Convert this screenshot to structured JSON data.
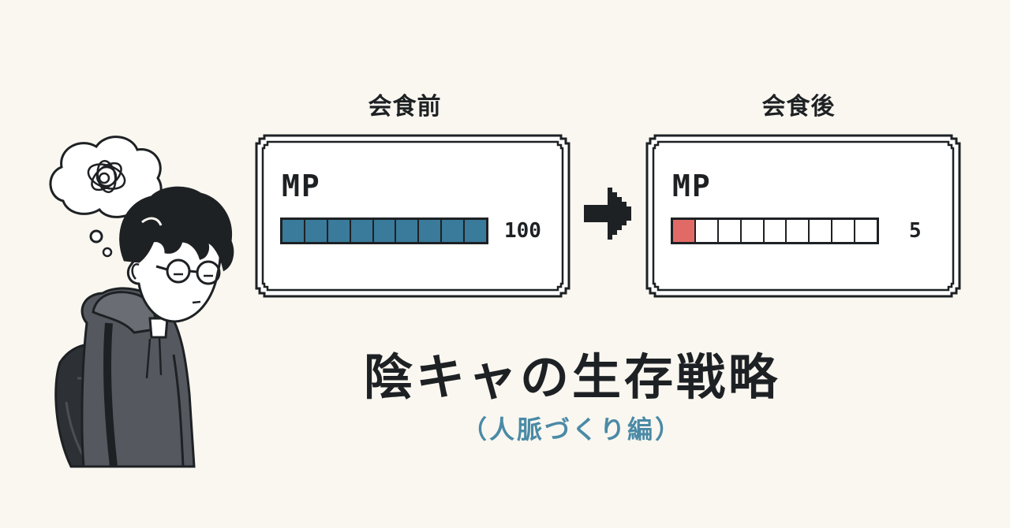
{
  "title": "陰キャの生存戦略",
  "subtitle": "（人脈づくり編）",
  "colors": {
    "background": "#f9f7f0",
    "ink": "#1e2124",
    "mp_full": "#3a7a9a",
    "mp_low": "#e26a66",
    "accent_blue": "#4a8aa6"
  },
  "panels": {
    "before": {
      "label": "会食前",
      "stat_label": "MP",
      "value": "100",
      "filled_segments": 9,
      "total_segments": 9,
      "fill_color": "#3a7a9a"
    },
    "after": {
      "label": "会食後",
      "stat_label": "MP",
      "value": "5",
      "filled_segments": 1,
      "total_segments": 9,
      "fill_color": "#e26a66"
    }
  },
  "icons": {
    "arrow": "right-arrow-icon",
    "thought": "tangled-thought-icon",
    "character": "tired-student-illustration"
  }
}
